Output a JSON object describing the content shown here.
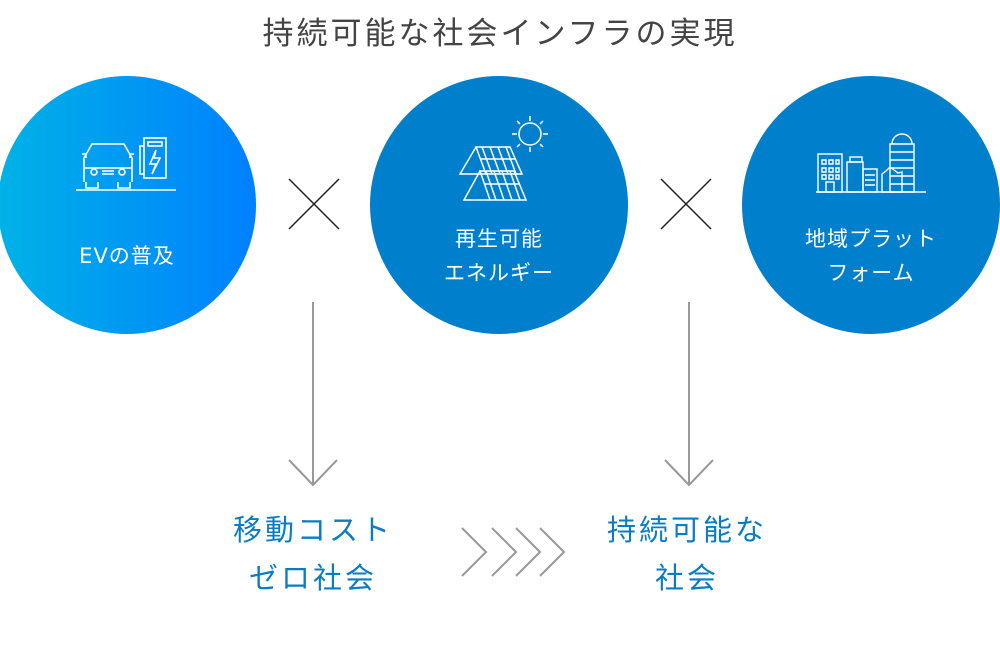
{
  "title": "持続可能な社会インフラの実現",
  "circles": [
    {
      "label": "EVの普及",
      "icon": "ev-charging-icon"
    },
    {
      "label_line1": "再生可能",
      "label_line2": "エネルギー",
      "icon": "solar-panel-icon"
    },
    {
      "label_line1": "地域プラット",
      "label_line2": "フォーム",
      "icon": "city-buildings-icon"
    }
  ],
  "results": [
    {
      "line1": "移動コスト",
      "line2": "ゼロ社会"
    },
    {
      "line1": "持続可能な",
      "line2": "社会"
    }
  ],
  "colors": {
    "circle": "#0080cc",
    "gradient_start": "#00b2e6",
    "gradient_end": "#0080ff",
    "result_text": "#0a7cc4",
    "lines": "#999999"
  }
}
